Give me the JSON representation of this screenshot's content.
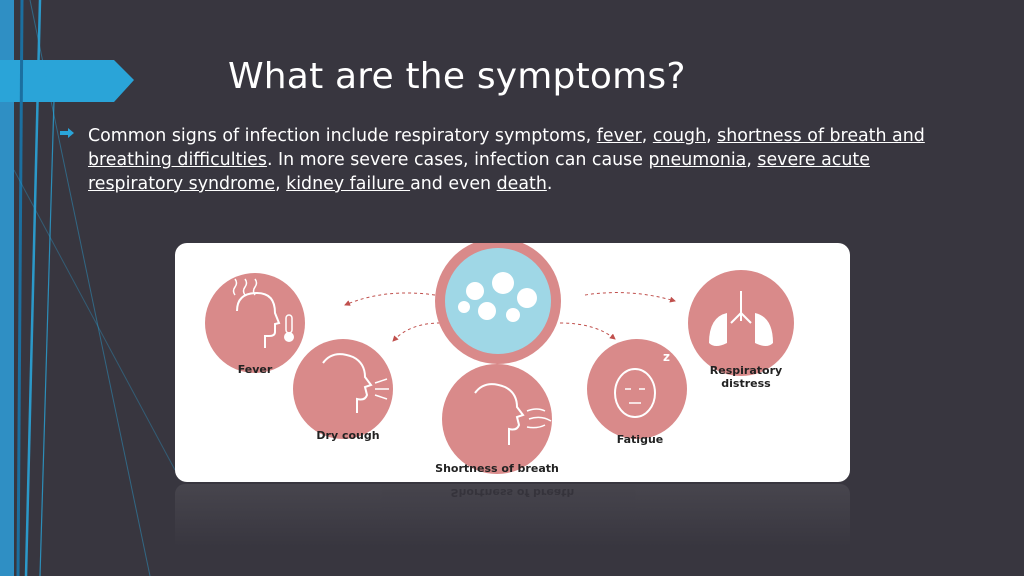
{
  "slide": {
    "title": "What are the symptoms?",
    "body": {
      "t1": "Common signs of infection include respiratory symptoms, ",
      "fever": "fever",
      "t2": ", ",
      "cough": "cough",
      "t3": ", ",
      "sob": "shortness of breath and breathing difficulties",
      "t4": ". In more severe cases, infection can cause ",
      "pneumonia": "pneumonia",
      "t5": ", ",
      "sars": "severe acute respiratory syndrome",
      "t6": ", ",
      "kidney": "kidney failure ",
      "t7": "and even ",
      "death": "death",
      "t8": "."
    },
    "bullet_icon": "arrow-bullet-icon"
  },
  "figure": {
    "labels": {
      "fever": "Fever",
      "dry_cough": "Dry cough",
      "shortness": "Shortness of breath",
      "fatigue": "Fatigue",
      "respiratory_1": "Respiratory",
      "respiratory_2": "distress"
    },
    "reflection_text": "Shortness of breath",
    "colors": {
      "circle_fill": "#d98a8a",
      "virus_bg": "#9fd7e6",
      "arrow": "#c0504d",
      "accent_blue": "#2aa4d8"
    }
  }
}
